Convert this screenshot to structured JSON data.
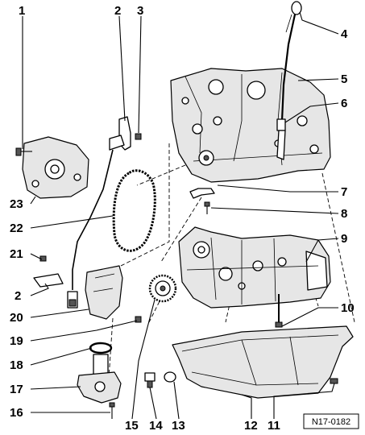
{
  "diagram": {
    "reference": "N17-0182",
    "callouts": [
      "1",
      "2",
      "3",
      "4",
      "5",
      "6",
      "7",
      "8",
      "9",
      "10",
      "11",
      "12",
      "13",
      "14",
      "15",
      "16",
      "17",
      "18",
      "19",
      "20",
      "21",
      "22",
      "23",
      "2"
    ]
  }
}
